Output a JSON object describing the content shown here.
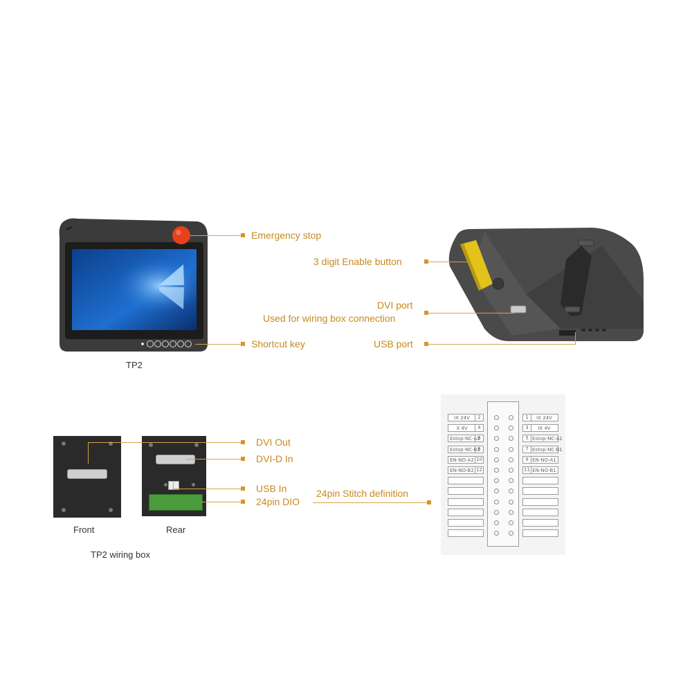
{
  "tp2": {
    "caption": "TP2",
    "labels": {
      "emergency_stop": "Emergency stop",
      "shortcut_key": "Shortcut key",
      "enable_button": "3 digit Enable button",
      "dvi_port": "DVI port",
      "dvi_port_desc": "Used for wiring box connection",
      "usb_port": "USB port"
    }
  },
  "wiring_box": {
    "caption": "TP2 wiring box",
    "front_caption": "Front",
    "rear_caption": "Rear",
    "labels": {
      "dvi_out": "DVI Out",
      "dvi_d_in": "DVI-D In",
      "usb_in": "USB In",
      "dio_24pin": "24pin DIO",
      "stitch_definition": "24pin Stitch definition"
    }
  },
  "pin_table": {
    "left": [
      {
        "num": "2",
        "text": "IX 24V"
      },
      {
        "num": "4",
        "text": "X 4V"
      },
      {
        "num": "6",
        "text": "Estop-NC-A2"
      },
      {
        "num": "8",
        "text": "Estop-NC-B2"
      },
      {
        "num": "10",
        "text": "EN-NO-A2"
      },
      {
        "num": "12",
        "text": "EN-NO-B2"
      }
    ],
    "right": [
      {
        "num": "1",
        "text": "IX 24V"
      },
      {
        "num": "3",
        "text": "IX 4V"
      },
      {
        "num": "5",
        "text": "Estop-NC-A1"
      },
      {
        "num": "7",
        "text": "Estop-NC-B1"
      },
      {
        "num": "9",
        "text": "EN-NO-A1"
      },
      {
        "num": "11",
        "text": "EN-NO-B1"
      }
    ]
  },
  "colors": {
    "accent": "#c8891f",
    "device_body": "#3a3a3a",
    "estop": "#e8401c",
    "enable_button": "#e3c21a",
    "terminal": "#4a9b3c"
  }
}
